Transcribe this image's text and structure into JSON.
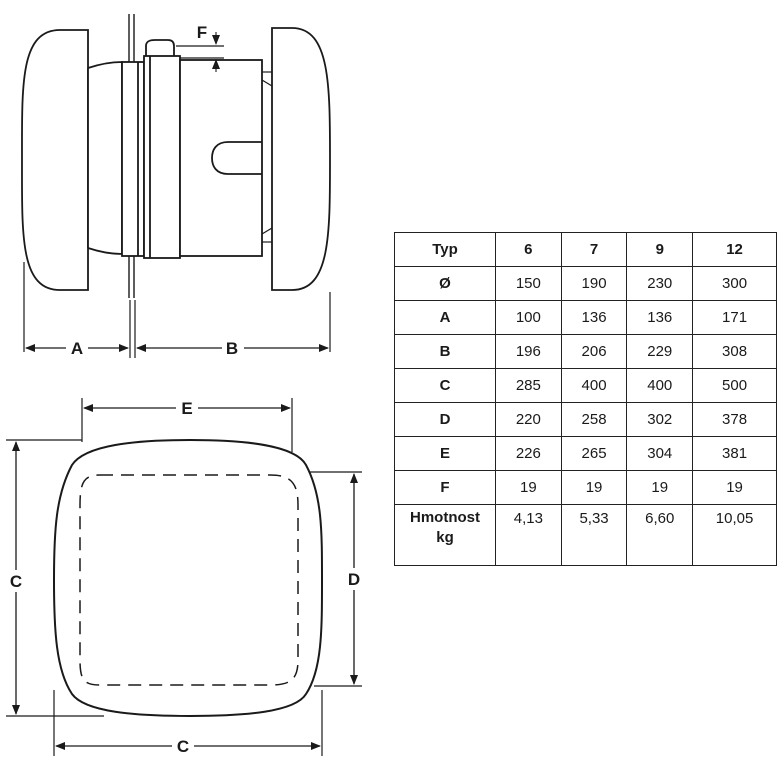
{
  "labels": {
    "a": "A",
    "b": "B",
    "c": "C",
    "d": "D",
    "e": "E",
    "f": "F"
  },
  "table": {
    "header": [
      "Typ",
      "6",
      "7",
      "9",
      "12"
    ],
    "rows": [
      {
        "key": "Ø",
        "values": [
          "150",
          "190",
          "230",
          "300"
        ]
      },
      {
        "key": "A",
        "values": [
          "100",
          "136",
          "136",
          "171"
        ]
      },
      {
        "key": "B",
        "values": [
          "196",
          "206",
          "229",
          "308"
        ]
      },
      {
        "key": "C",
        "values": [
          "285",
          "400",
          "400",
          "500"
        ]
      },
      {
        "key": "D",
        "values": [
          "220",
          "258",
          "302",
          "378"
        ]
      },
      {
        "key": "E",
        "values": [
          "226",
          "265",
          "304",
          "381"
        ]
      },
      {
        "key": "F",
        "values": [
          "19",
          "19",
          "19",
          "19"
        ]
      },
      {
        "key": "Hmotnost",
        "key2": "kg",
        "values": [
          "4,13",
          "5,33",
          "6,60",
          "10,05"
        ]
      }
    ]
  }
}
